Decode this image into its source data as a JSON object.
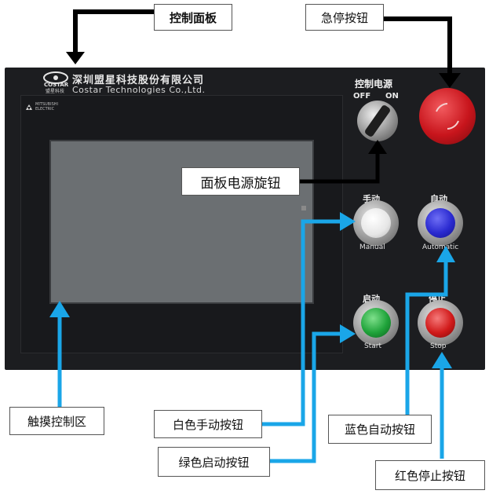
{
  "company": {
    "logo_text": "COSTAR",
    "logo_sub": "盟星科技",
    "name_cn": "深圳盟星科技股份有限公司",
    "name_en": "Costar Technologies Co.,Ltd."
  },
  "brand": {
    "name": "MITSUBISHI ELECTRIC"
  },
  "power_switch": {
    "title": "控制电源",
    "off": "OFF",
    "on": "ON"
  },
  "buttons": {
    "manual": {
      "cn": "手动",
      "en": "Manual",
      "color": "#f4f4f4"
    },
    "auto": {
      "cn": "自动",
      "en": "Automatic",
      "color": "#2a2ad0"
    },
    "start": {
      "cn": "启动",
      "en": "Start",
      "color": "#1fa33a"
    },
    "stop": {
      "cn": "停止",
      "en": "Stop",
      "color": "#d11a1a"
    }
  },
  "estop_color": "#c8151c",
  "arrow_color_black": "#000000",
  "arrow_color_blue": "#1aa6e8",
  "callouts": {
    "control_panel": "控制面板",
    "emergency_stop": "急停按钮",
    "power_knob": "面板电源旋钮",
    "touch_area": "触摸控制区",
    "white_manual": "白色手动按钮",
    "green_start": "绿色启动按钮",
    "blue_auto": "蓝色自动按钮",
    "red_stop": "红色停止按钮"
  }
}
